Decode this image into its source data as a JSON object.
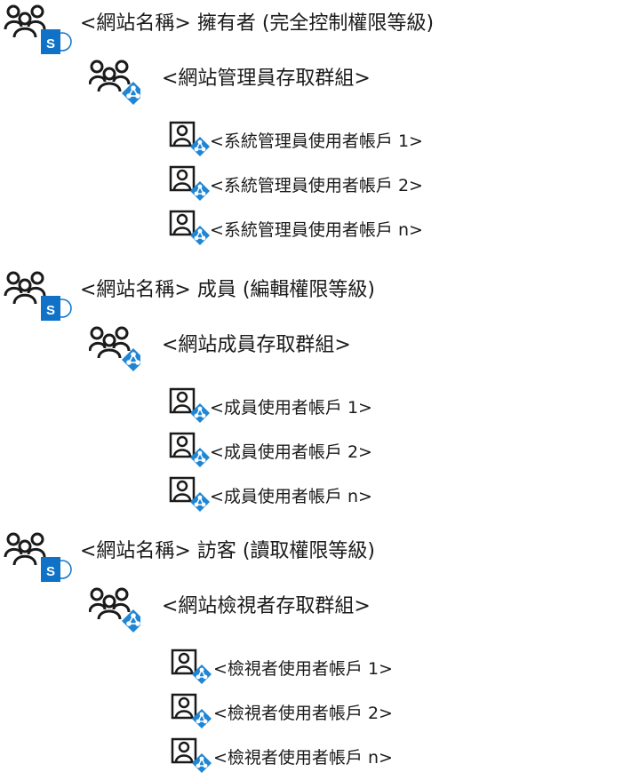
{
  "colors": {
    "sharepoint_blue": "#0F72C6",
    "azure_blue": "#1F86D6",
    "stroke": "#1a1a1a"
  },
  "sections": [
    {
      "site_group": {
        "label": "<網站名稱> 擁有者 (完全控制權限等級)",
        "icon": "sharepoint-people-icon"
      },
      "access_group": {
        "label": "<網站管理員存取群組>",
        "icon": "azure-ad-group-icon"
      },
      "accounts": [
        {
          "label": "<系統管理員使用者帳戶 1>",
          "icon": "azure-ad-user-icon"
        },
        {
          "label": "<系統管理員使用者帳戶 2>",
          "icon": "azure-ad-user-icon"
        },
        {
          "label": "<系統管理員使用者帳戶 n>",
          "icon": "azure-ad-user-icon"
        }
      ]
    },
    {
      "site_group": {
        "label": "<網站名稱> 成員 (編輯權限等級)",
        "icon": "sharepoint-people-icon"
      },
      "access_group": {
        "label": "<網站成員存取群組>",
        "icon": "azure-ad-group-icon"
      },
      "accounts": [
        {
          "label": "<成員使用者帳戶 1>",
          "icon": "azure-ad-user-icon"
        },
        {
          "label": "<成員使用者帳戶 2>",
          "icon": "azure-ad-user-icon"
        },
        {
          "label": "<成員使用者帳戶 n>",
          "icon": "azure-ad-user-icon"
        }
      ]
    },
    {
      "site_group": {
        "label": "<網站名稱> 訪客 (讀取權限等級)",
        "icon": "sharepoint-people-icon"
      },
      "access_group": {
        "label": "<網站檢視者存取群組>",
        "icon": "azure-ad-group-icon"
      },
      "accounts": [
        {
          "label": "<檢視者使用者帳戶 1>",
          "icon": "azure-ad-user-icon"
        },
        {
          "label": "<檢視者使用者帳戶 2>",
          "icon": "azure-ad-user-icon"
        },
        {
          "label": "<檢視者使用者帳戶 n>",
          "icon": "azure-ad-user-icon"
        }
      ]
    }
  ]
}
